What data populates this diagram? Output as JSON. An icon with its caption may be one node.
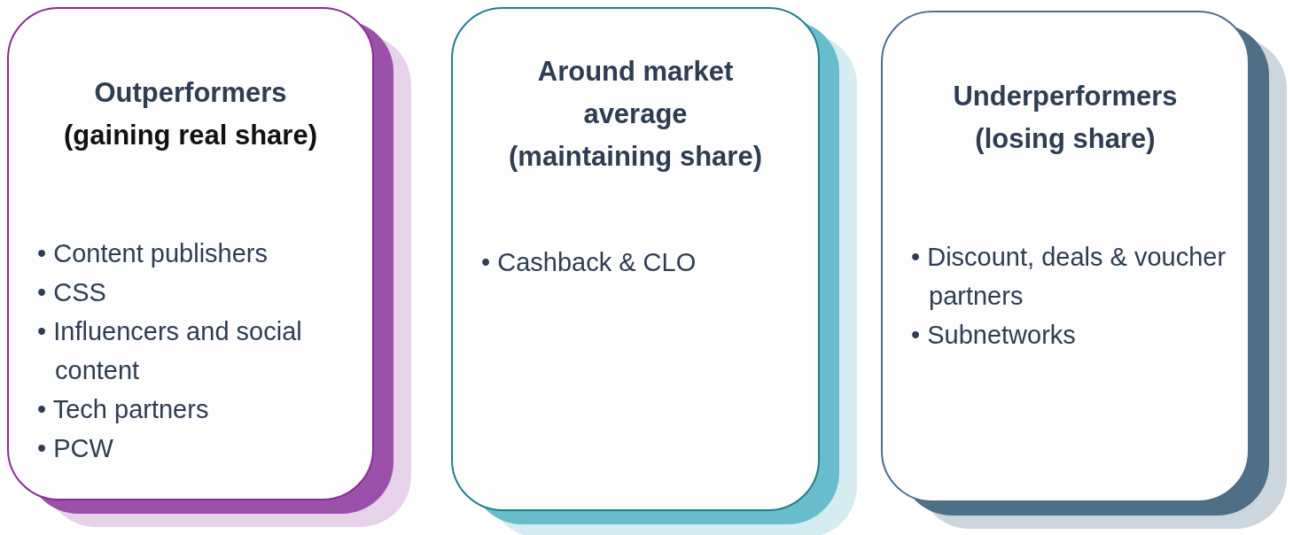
{
  "diagram": {
    "nodes": [
      {
        "text": [
          "Outperformers",
          "(gaining real share)",
          "• Content publishers",
          "• CSS",
          "• Influencers and social content",
          "• Tech partners",
          "• PCW"
        ]
      },
      {
        "text": [
          "Around market average",
          "(maintaining share)",
          "• Cashback & CLO"
        ]
      },
      {
        "text": [
          "Underperformers",
          "(losing share)",
          "• Discount, deals & voucher partners",
          "• Subnetworks"
        ]
      }
    ]
  }
}
